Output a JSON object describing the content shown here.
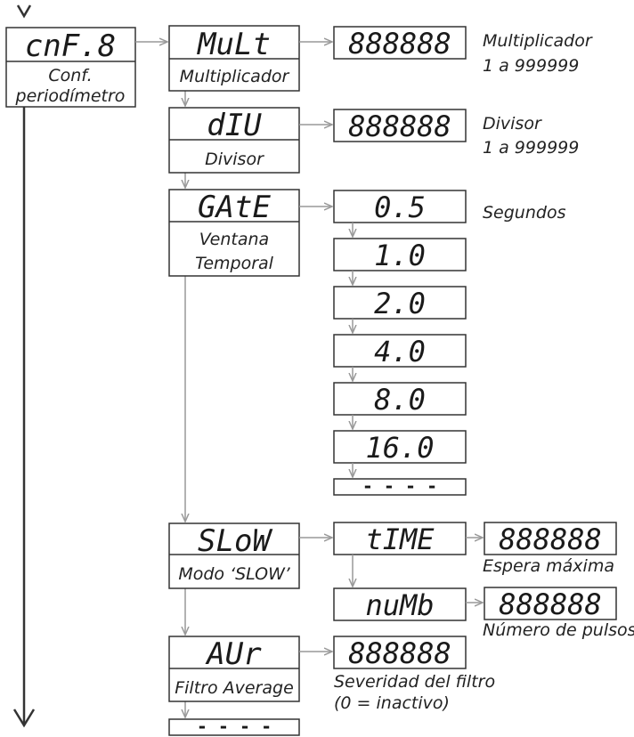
{
  "main": {
    "display": "cnF.8",
    "label_line1": "Conf.",
    "label_line2": "periodímetro"
  },
  "mult": {
    "display": "MuLt",
    "label": "Multiplicador",
    "value_display": "888888",
    "note_line1": "Multiplicador",
    "note_line2": "1 a 999999"
  },
  "div": {
    "display": "dIU",
    "label": "Divisor",
    "value_display": "888888",
    "note_line1": "Divisor",
    "note_line2": "1 a 999999"
  },
  "gate": {
    "display": "GAtE",
    "label_line1": "Ventana",
    "label_line2": "Temporal",
    "note": "Segundos",
    "options": [
      "0.5",
      "1.0",
      "2.0",
      "4.0",
      "8.0",
      "16.0"
    ],
    "end_marker": "- - - -"
  },
  "slow": {
    "display": "SLoW",
    "label": "Modo ‘SLOW’",
    "time_display": "tIME",
    "time_value_display": "888888",
    "time_note": "Espera máxima",
    "numb_display": "nuMb",
    "numb_value_display": "888888",
    "numb_note": "Número de pulsos"
  },
  "avr": {
    "display": "AUr",
    "label": "Filtro Average",
    "value_display": "888888",
    "note_line1": "Severidad del filtro",
    "note_line2": "(0 = inactivo)"
  },
  "end_marker": "- - - -"
}
